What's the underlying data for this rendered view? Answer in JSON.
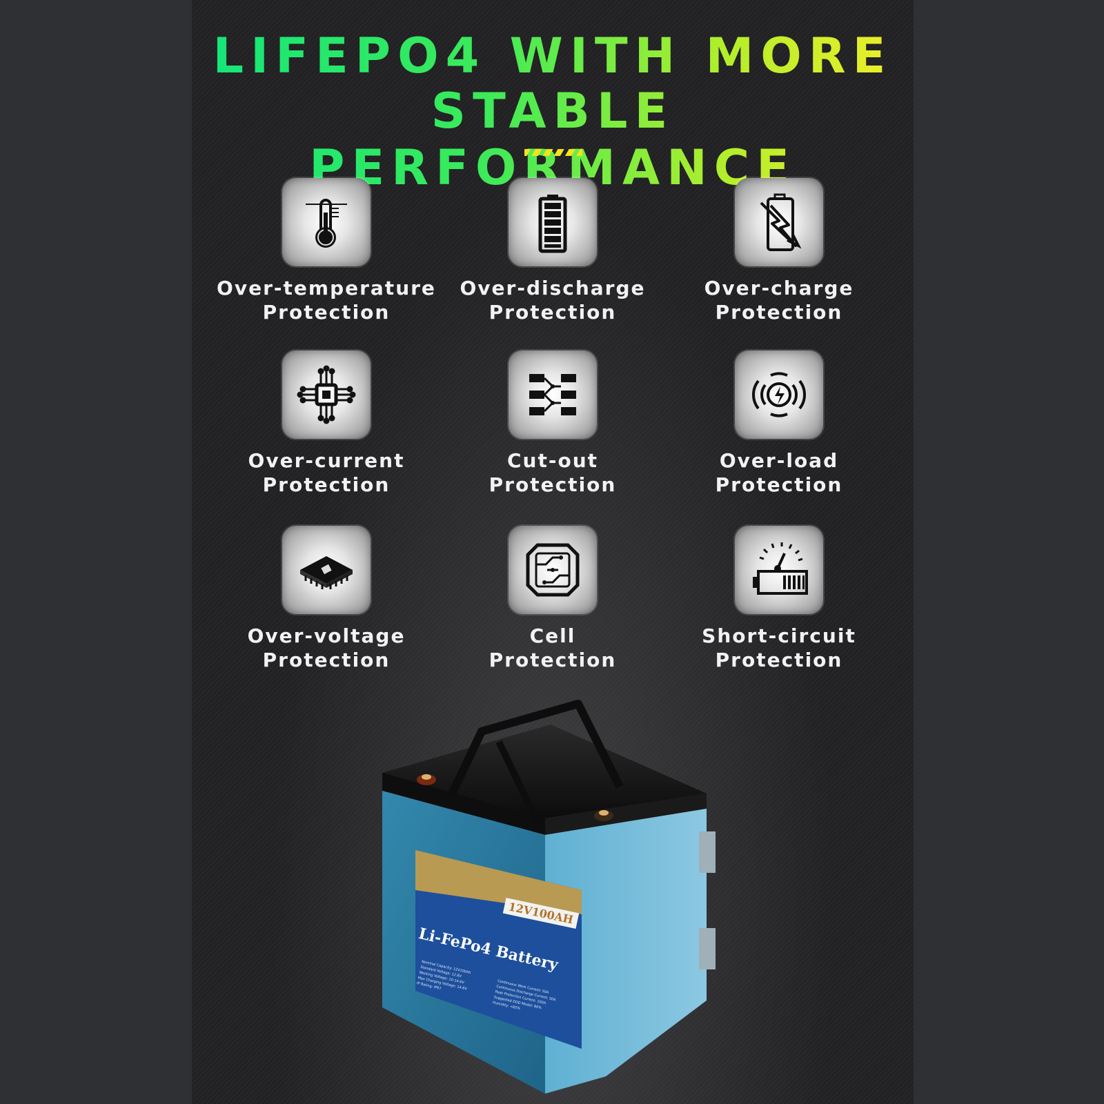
{
  "headline": {
    "line1": "LIFEPO4 WITH MORE",
    "line2": "STABLE PERFORMANCE",
    "gradient_colors": [
      "#12e67a",
      "#b6ee2a",
      "#f2ee2a"
    ],
    "accent": "#f4e21c"
  },
  "features": [
    {
      "line1": "Over-temperature",
      "line2": "Protection",
      "icon": "thermometer-icon"
    },
    {
      "line1": "Over-discharge",
      "line2": "Protection",
      "icon": "battery-level-icon"
    },
    {
      "line1": "Over-charge",
      "line2": "Protection",
      "icon": "battery-lightning-icon"
    },
    {
      "line1": "Over-current",
      "line2": "Protection",
      "icon": "chip-circuit-icon"
    },
    {
      "line1": "Cut-out",
      "line2": "Protection",
      "icon": "cut-out-circuit-icon"
    },
    {
      "line1": "Over-load",
      "line2": "Protection",
      "icon": "wireless-bolt-icon"
    },
    {
      "line1": "Over-voltage",
      "line2": "Protection",
      "icon": "processor-icon"
    },
    {
      "line1": "Cell",
      "line2": "Protection",
      "icon": "circuit-board-icon"
    },
    {
      "line1": "Short-circuit",
      "line2": "Protection",
      "icon": "battery-gauge-icon"
    }
  ],
  "battery": {
    "badge": "12V100AH",
    "title": "Li-FePo4 Battery",
    "specs_left": [
      "Nominal Capacity: 12V100Ah",
      "Standard Voltage: 12.8V",
      "Working Voltage: 10-14.6V",
      "Max Charging Voltage: 14.6V",
      "IP Rating: IP67"
    ],
    "specs_right": [
      "Continuous Work Current: 50A",
      "Continuous Discharge Current: 50A",
      "Peak Protection Current: 100A",
      "Suggested DOD Model: 80%",
      "Humidity: <85%"
    ],
    "colors": {
      "case": "#2f7fa3",
      "label": "#1d4f9c",
      "gold": "#b89a52",
      "lid": "#141414"
    }
  }
}
